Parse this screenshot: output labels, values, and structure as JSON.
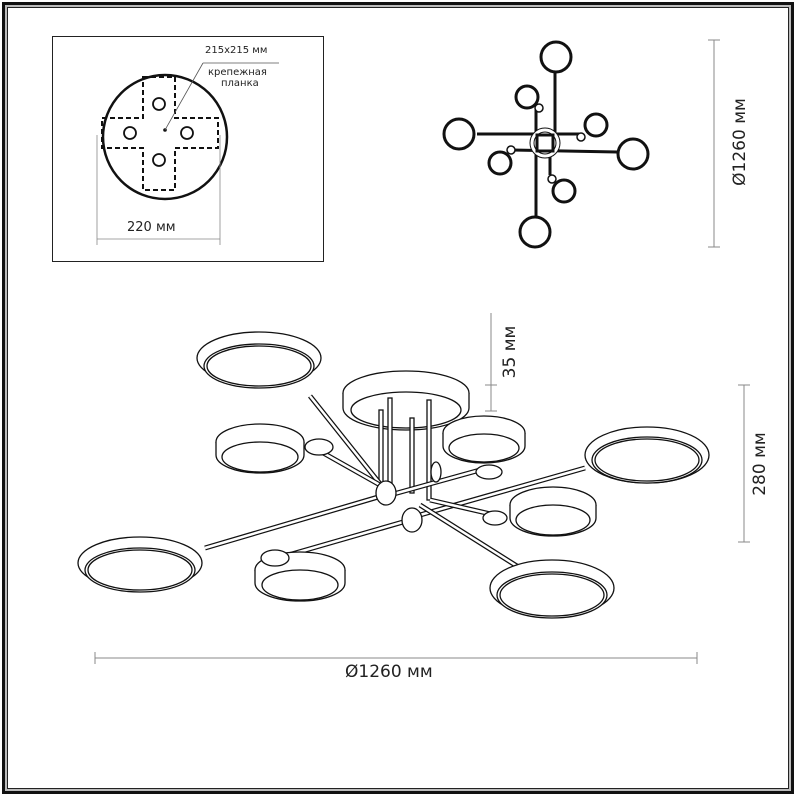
{
  "mounting_plate": {
    "plate_size": "215x215 мм",
    "plate_label_line1": "крепежная",
    "plate_label_line2": "планка",
    "base_diameter": "220 мм"
  },
  "top_view": {
    "diameter": "Ø1260 мм"
  },
  "side_view": {
    "canopy_height": "35 мм",
    "total_height": "280 мм",
    "diameter": "Ø1260 мм"
  },
  "colors": {
    "line": "#111111",
    "dimension_line": "#777777",
    "background": "#ffffff"
  }
}
